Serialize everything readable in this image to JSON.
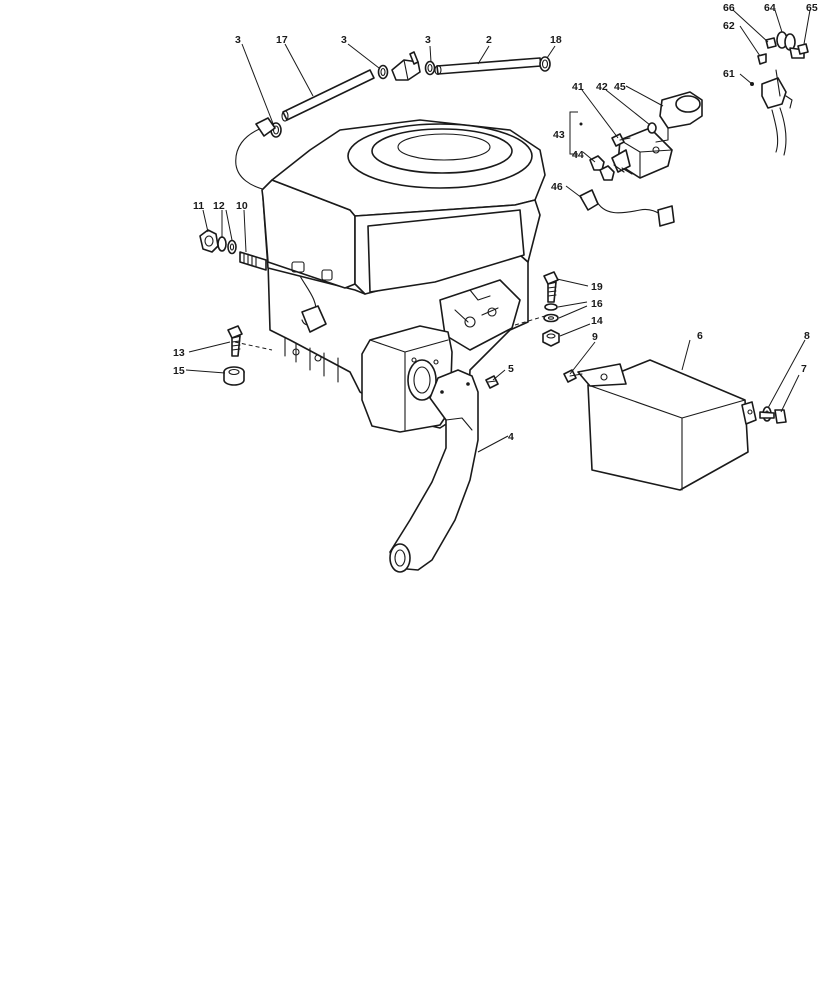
{
  "labels": {
    "p2": "2",
    "p3a": "3",
    "p3b": "3",
    "p3c": "3",
    "p4": "4",
    "p5": "5",
    "p6": "6",
    "p7": "7",
    "p8": "8",
    "p9": "9",
    "p10": "10",
    "p11": "11",
    "p12": "12",
    "p13": "13",
    "p14": "14",
    "p15": "15",
    "p16": "16",
    "p17": "17",
    "p18": "18",
    "p19": "19",
    "p41": "41",
    "p42": "42",
    "p43": "43",
    "p44": "44",
    "p45": "45",
    "p46": "46",
    "p61": "61",
    "p62": "62",
    "p64": "64",
    "p65": "65",
    "p66": "66"
  }
}
